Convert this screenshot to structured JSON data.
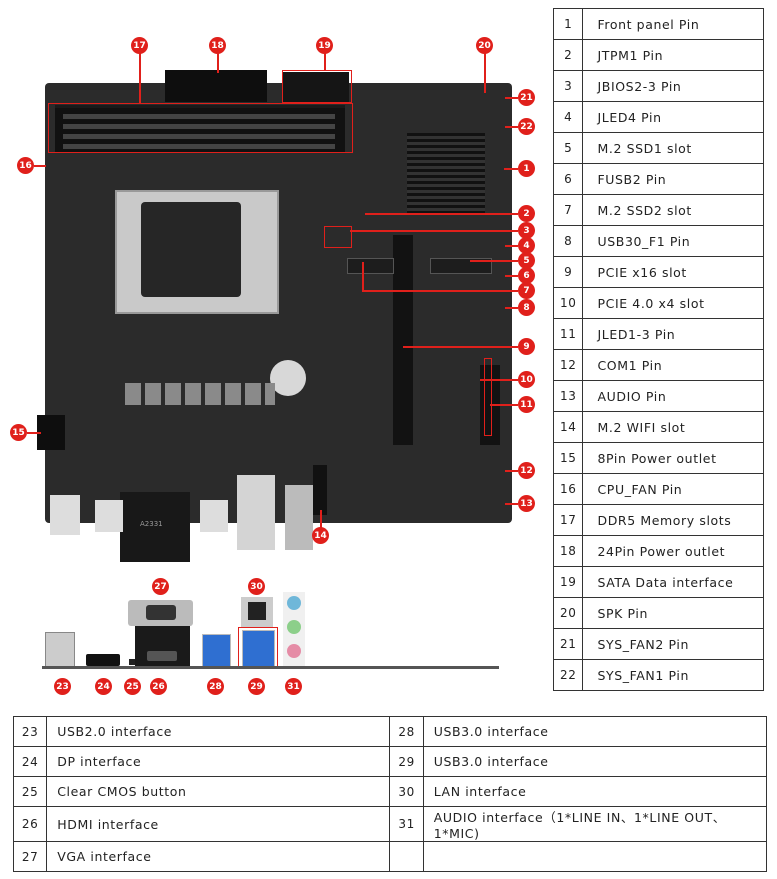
{
  "legend_right": [
    {
      "num": "1",
      "label": "Front panel Pin"
    },
    {
      "num": "2",
      "label": "JTPM1 Pin"
    },
    {
      "num": "3",
      "label": "JBIOS2-3 Pin"
    },
    {
      "num": "4",
      "label": "JLED4 Pin"
    },
    {
      "num": "5",
      "label": "M.2 SSD1 slot"
    },
    {
      "num": "6",
      "label": "FUSB2 Pin"
    },
    {
      "num": "7",
      "label": "M.2 SSD2 slot"
    },
    {
      "num": "8",
      "label": "USB30_F1 Pin"
    },
    {
      "num": "9",
      "label": "PCIE x16 slot"
    },
    {
      "num": "10",
      "label": "PCIE 4.0 x4 slot"
    },
    {
      "num": "11",
      "label": "JLED1-3 Pin"
    },
    {
      "num": "12",
      "label": "COM1 Pin"
    },
    {
      "num": "13",
      "label": "AUDIO Pin"
    },
    {
      "num": "14",
      "label": "M.2 WIFI slot"
    },
    {
      "num": "15",
      "label": "8Pin Power outlet"
    },
    {
      "num": "16",
      "label": "CPU_FAN Pin"
    },
    {
      "num": "17",
      "label": "DDR5 Memory slots"
    },
    {
      "num": "18",
      "label": "24Pin Power outlet"
    },
    {
      "num": "19",
      "label": "SATA Data interface"
    },
    {
      "num": "20",
      "label": "SPK Pin"
    },
    {
      "num": "21",
      "label": "SYS_FAN2 Pin"
    },
    {
      "num": "22",
      "label": "SYS_FAN1 Pin"
    }
  ],
  "legend_bottom": [
    {
      "left": {
        "num": "23",
        "label": "USB2.0 interface"
      },
      "right": {
        "num": "28",
        "label": "USB3.0 interface"
      }
    },
    {
      "left": {
        "num": "24",
        "label": "DP interface"
      },
      "right": {
        "num": "29",
        "label": "USB3.0 interface"
      }
    },
    {
      "left": {
        "num": "25",
        "label": "Clear CMOS button"
      },
      "right": {
        "num": "30",
        "label": "LAN interface"
      }
    },
    {
      "left": {
        "num": "26",
        "label": "HDMI interface"
      },
      "right": {
        "num": "31",
        "label": "AUDIO interface（1*LINE IN、1*LINE OUT、1*MIC)"
      }
    },
    {
      "left": {
        "num": "27",
        "label": "VGA interface"
      },
      "right": {
        "num": "",
        "label": ""
      }
    }
  ],
  "board_labels": {
    "chip_marking": "A2331"
  },
  "callouts": {
    "n1": "1",
    "n2": "2",
    "n3": "3",
    "n4": "4",
    "n5": "5",
    "n6": "6",
    "n7": "7",
    "n8": "8",
    "n9": "9",
    "n10": "10",
    "n11": "11",
    "n12": "12",
    "n13": "13",
    "n14": "14",
    "n15": "15",
    "n16": "16",
    "n17": "17",
    "n18": "18",
    "n19": "19",
    "n20": "20",
    "n21": "21",
    "n22": "22",
    "n23": "23",
    "n24": "24",
    "n25": "25",
    "n26": "26",
    "n27": "27",
    "n28": "28",
    "n29": "29",
    "n30": "30",
    "n31": "31"
  },
  "colors": {
    "callout_red": "#e0201b",
    "board": "#2b2b2b"
  }
}
